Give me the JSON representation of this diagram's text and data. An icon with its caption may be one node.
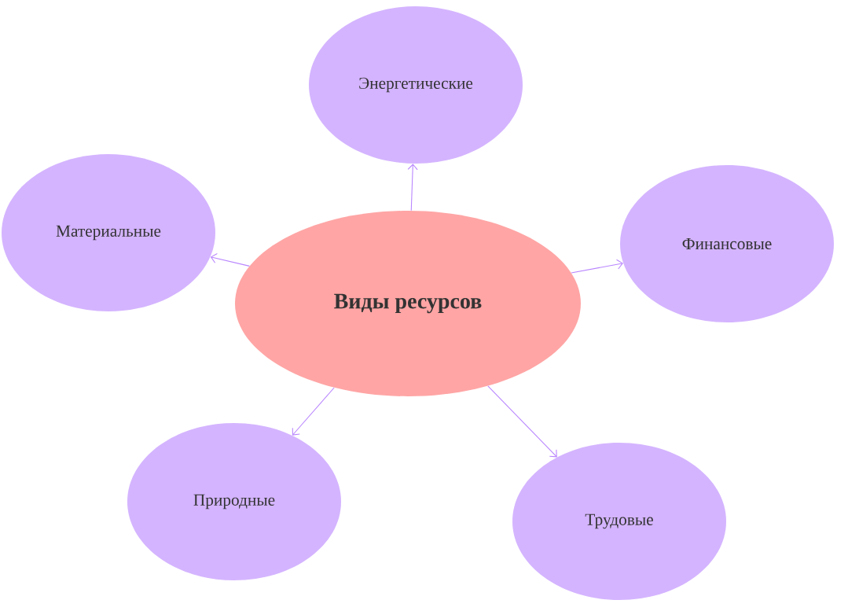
{
  "diagram": {
    "nodes": [
      {
        "text": [
          "Виды ресурсов"
        ]
      },
      {
        "text": [
          "Энергетические"
        ]
      },
      {
        "text": [
          "Материальные"
        ]
      },
      {
        "text": [
          "Финансовые"
        ]
      },
      {
        "text": [
          "Природные"
        ]
      },
      {
        "text": [
          "Трудовые"
        ]
      }
    ],
    "edges": [
      {
        "from": 0,
        "to": 1,
        "arrow": "to"
      },
      {
        "from": 0,
        "to": 2,
        "arrow": "to"
      },
      {
        "from": 0,
        "to": 3,
        "arrow": "to"
      },
      {
        "from": 0,
        "to": 4,
        "arrow": "to"
      },
      {
        "from": 0,
        "to": 5,
        "arrow": "to"
      }
    ]
  }
}
